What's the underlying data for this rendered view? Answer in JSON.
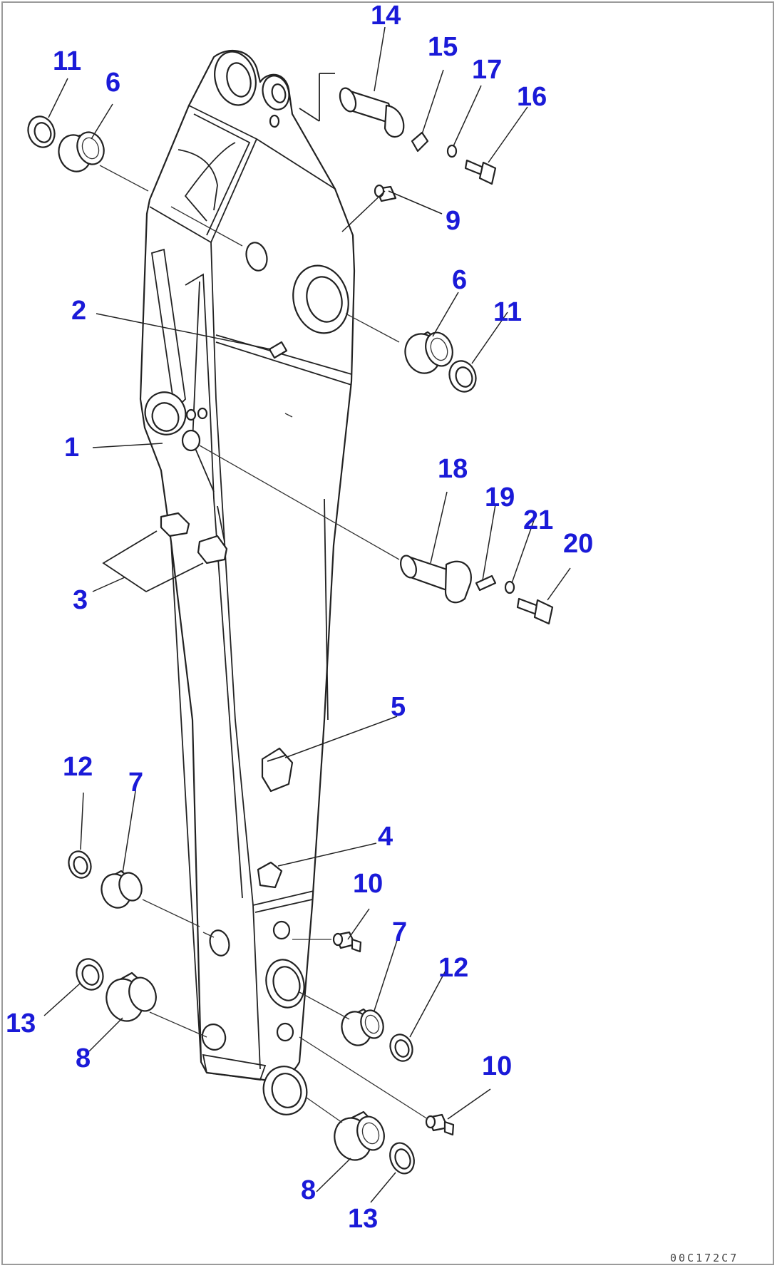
{
  "callouts": {
    "c1": "1",
    "c2": "2",
    "c3": "3",
    "c4": "4",
    "c5": "5",
    "c6a": "6",
    "c6b": "6",
    "c7a": "7",
    "c7b": "7",
    "c8a": "8",
    "c8b": "8",
    "c9": "9",
    "c10a": "10",
    "c10b": "10",
    "c11a": "11",
    "c11b": "11",
    "c12a": "12",
    "c12b": "12",
    "c13a": "13",
    "c13b": "13",
    "c14": "14",
    "c15": "15",
    "c16": "16",
    "c17": "17",
    "c18": "18",
    "c19": "19",
    "c20": "20",
    "c21": "21"
  },
  "drawing_code": "00C172C7",
  "colors": {
    "callout": "#1a1ad8",
    "line": "#222222",
    "border": "#9a9a9a"
  }
}
